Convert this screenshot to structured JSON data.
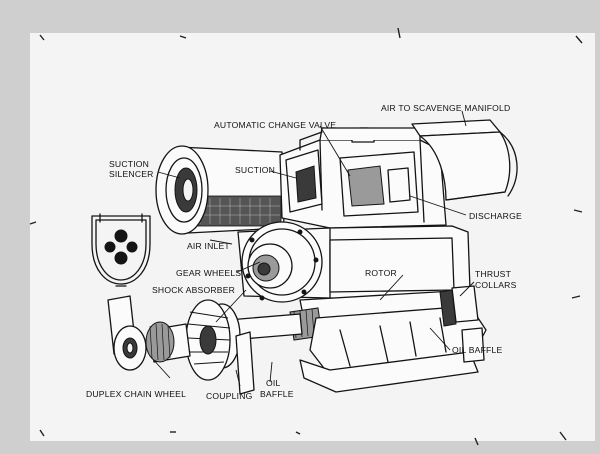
{
  "labels": {
    "air_to_scavenge_manifold": "AIR TO SCAVENGE MANIFOLD",
    "automatic_change_valve": "AUTOMATIC CHANGE VALVE",
    "suction_silencer_line1": "SUCTION",
    "suction_silencer_line2": "SILENCER",
    "suction": "SUCTION",
    "discharge": "DISCHARGE",
    "air_inlet": "AIR INLET",
    "gear_wheels": "GEAR WHEELS",
    "rotor": "ROTOR",
    "thrust_collars_line1": "THRUST",
    "thrust_collars_line2": "COLLARS",
    "shock_absorber": "SHOCK ABSORBER",
    "oil_baffle_right": "OIL BAFFLE",
    "duplex_chain_wheel": "DUPLEX CHAIN WHEEL",
    "coupling": "COUPLING",
    "oil_baffle_line1": "OIL",
    "oil_baffle_line2": "BAFFLE"
  },
  "colors": {
    "background": "#cfcfcf",
    "sheet": "#f4f4f4",
    "ink": "#141414"
  }
}
